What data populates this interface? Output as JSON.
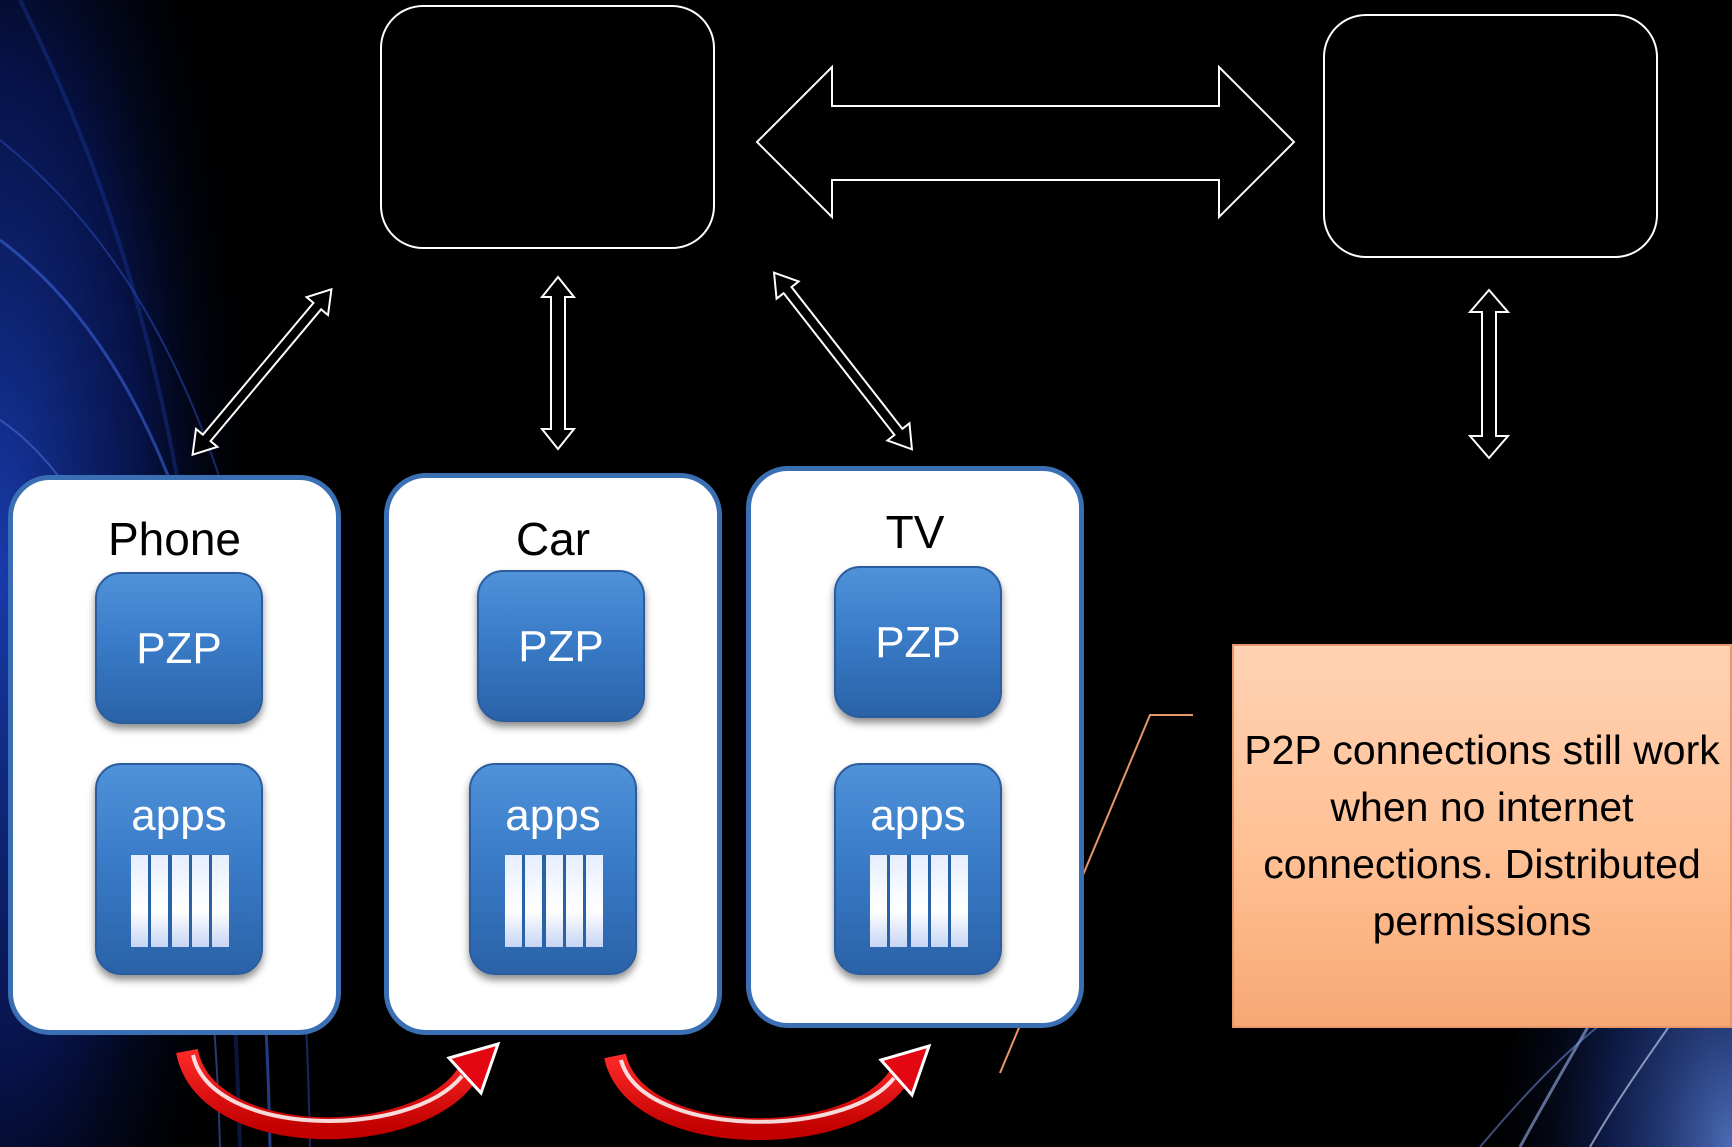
{
  "devices": [
    {
      "label": "Phone",
      "pzp": "PZP",
      "apps": "apps"
    },
    {
      "label": "Car",
      "pzp": "PZP",
      "apps": "apps"
    },
    {
      "label": "TV",
      "pzp": "PZP",
      "apps": "apps"
    }
  ],
  "callout": {
    "text": "P2P connections still work when no internet connections. Distributed permissions"
  },
  "colors": {
    "background": "#000000",
    "device_border": "#3a6fb3",
    "chip_blue": "#3a7cc8",
    "callout_fill": "#ffc094",
    "p2p_arrow": "#e30613",
    "connector_line": "#e8976a"
  }
}
